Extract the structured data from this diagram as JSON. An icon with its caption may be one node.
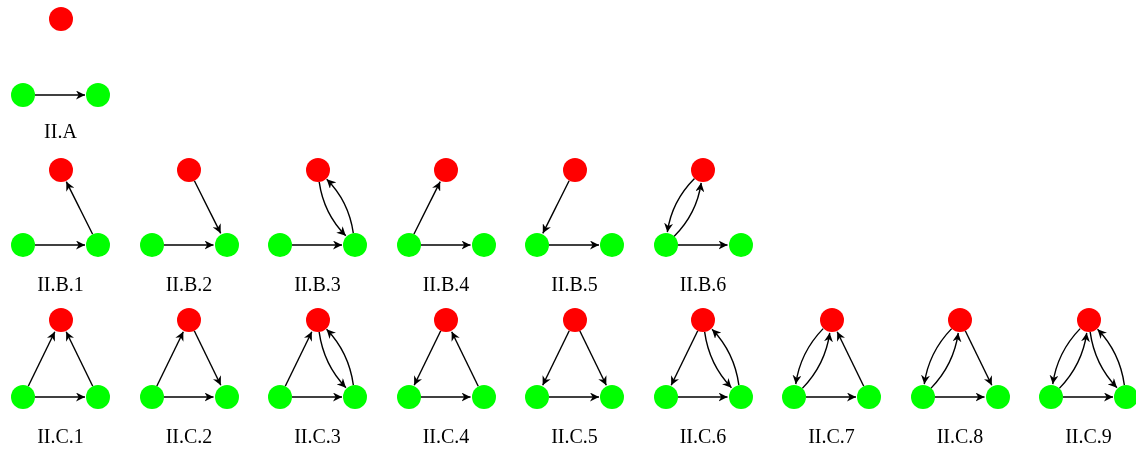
{
  "diagram": {
    "nodes": [
      {
        "text": [],
        "shape": "circle"
      },
      {
        "text": [],
        "shape": "circle"
      },
      {
        "text": [],
        "shape": "circle"
      },
      {
        "text": [],
        "shape": "circle"
      },
      {
        "text": [],
        "shape": "circle"
      },
      {
        "text": [],
        "shape": "circle"
      },
      {
        "text": [],
        "shape": "circle"
      },
      {
        "text": [],
        "shape": "circle"
      },
      {
        "text": [],
        "shape": "circle"
      },
      {
        "text": [],
        "shape": "circle"
      },
      {
        "text": [],
        "shape": "circle"
      },
      {
        "text": [],
        "shape": "circle"
      },
      {
        "text": [],
        "shape": "circle"
      },
      {
        "text": [],
        "shape": "circle"
      },
      {
        "text": [],
        "shape": "circle"
      },
      {
        "text": [],
        "shape": "circle"
      },
      {
        "text": [],
        "shape": "circle"
      },
      {
        "text": [],
        "shape": "circle"
      },
      {
        "text": [],
        "shape": "circle"
      },
      {
        "text": [],
        "shape": "circle"
      },
      {
        "text": [],
        "shape": "circle"
      },
      {
        "text": [],
        "shape": "circle"
      },
      {
        "text": [],
        "shape": "circle"
      },
      {
        "text": [],
        "shape": "circle"
      },
      {
        "text": [],
        "shape": "circle"
      },
      {
        "text": [],
        "shape": "circle"
      },
      {
        "text": [],
        "shape": "circle"
      },
      {
        "text": [],
        "shape": "circle"
      },
      {
        "text": [],
        "shape": "circle"
      },
      {
        "text": [],
        "shape": "circle"
      },
      {
        "text": [],
        "shape": "circle"
      },
      {
        "text": [],
        "shape": "circle"
      },
      {
        "text": [],
        "shape": "circle"
      },
      {
        "text": [],
        "shape": "circle"
      },
      {
        "text": [],
        "shape": "circle"
      },
      {
        "text": [],
        "shape": "circle"
      },
      {
        "text": [],
        "shape": "circle"
      },
      {
        "text": [],
        "shape": "circle"
      },
      {
        "text": [],
        "shape": "circle"
      },
      {
        "text": [],
        "shape": "circle"
      },
      {
        "text": [],
        "shape": "circle"
      },
      {
        "text": [],
        "shape": "circle"
      },
      {
        "text": [],
        "shape": "circle"
      },
      {
        "text": [],
        "shape": "circle"
      },
      {
        "text": [],
        "shape": "circle"
      },
      {
        "text": [],
        "shape": "circle"
      },
      {
        "text": [],
        "shape": "circle"
      },
      {
        "text": [],
        "shape": "circle"
      }
    ],
    "edges": [
      {
        "from": 1,
        "to": 2,
        "arrow": "to"
      },
      {
        "from": 4,
        "to": 5,
        "arrow": "to"
      },
      {
        "from": 5,
        "to": 3,
        "arrow": "to"
      },
      {
        "from": 7,
        "to": 8,
        "arrow": "to"
      },
      {
        "from": 6,
        "to": 8,
        "arrow": "to"
      },
      {
        "from": 10,
        "to": 11,
        "arrow": "to"
      },
      {
        "from": 9,
        "to": 11,
        "arrow": "to"
      },
      {
        "from": 11,
        "to": 9,
        "arrow": "to"
      },
      {
        "from": 13,
        "to": 14,
        "arrow": "to"
      },
      {
        "from": 13,
        "to": 12,
        "arrow": "to"
      },
      {
        "from": 16,
        "to": 17,
        "arrow": "to"
      },
      {
        "from": 15,
        "to": 16,
        "arrow": "to"
      },
      {
        "from": 19,
        "to": 20,
        "arrow": "to"
      },
      {
        "from": 19,
        "to": 18,
        "arrow": "to"
      },
      {
        "from": 18,
        "to": 19,
        "arrow": "to"
      },
      {
        "from": 22,
        "to": 23,
        "arrow": "to"
      },
      {
        "from": 22,
        "to": 21,
        "arrow": "to"
      },
      {
        "from": 23,
        "to": 21,
        "arrow": "to"
      },
      {
        "from": 25,
        "to": 26,
        "arrow": "to"
      },
      {
        "from": 25,
        "to": 24,
        "arrow": "to"
      },
      {
        "from": 24,
        "to": 26,
        "arrow": "to"
      },
      {
        "from": 28,
        "to": 29,
        "arrow": "to"
      },
      {
        "from": 28,
        "to": 27,
        "arrow": "to"
      },
      {
        "from": 27,
        "to": 29,
        "arrow": "to"
      },
      {
        "from": 29,
        "to": 27,
        "arrow": "to"
      },
      {
        "from": 31,
        "to": 32,
        "arrow": "to"
      },
      {
        "from": 30,
        "to": 31,
        "arrow": "to"
      },
      {
        "from": 32,
        "to": 30,
        "arrow": "to"
      },
      {
        "from": 34,
        "to": 35,
        "arrow": "to"
      },
      {
        "from": 33,
        "to": 34,
        "arrow": "to"
      },
      {
        "from": 33,
        "to": 35,
        "arrow": "to"
      },
      {
        "from": 37,
        "to": 38,
        "arrow": "to"
      },
      {
        "from": 36,
        "to": 37,
        "arrow": "to"
      },
      {
        "from": 36,
        "to": 38,
        "arrow": "to"
      },
      {
        "from": 38,
        "to": 36,
        "arrow": "to"
      },
      {
        "from": 40,
        "to": 41,
        "arrow": "to"
      },
      {
        "from": 40,
        "to": 39,
        "arrow": "to"
      },
      {
        "from": 39,
        "to": 40,
        "arrow": "to"
      },
      {
        "from": 41,
        "to": 39,
        "arrow": "to"
      },
      {
        "from": 43,
        "to": 44,
        "arrow": "to"
      },
      {
        "from": 43,
        "to": 42,
        "arrow": "to"
      },
      {
        "from": 42,
        "to": 43,
        "arrow": "to"
      },
      {
        "from": 42,
        "to": 44,
        "arrow": "to"
      },
      {
        "from": 46,
        "to": 47,
        "arrow": "to"
      },
      {
        "from": 46,
        "to": 45,
        "arrow": "to"
      },
      {
        "from": 45,
        "to": 46,
        "arrow": "to"
      },
      {
        "from": 45,
        "to": 47,
        "arrow": "to"
      },
      {
        "from": 47,
        "to": 45,
        "arrow": "to"
      }
    ],
    "labels": [
      "II.A",
      "II.B.1",
      "II.B.2",
      "II.B.3",
      "II.B.4",
      "II.B.5",
      "II.B.6",
      "II.C.1",
      "II.C.2",
      "II.C.3",
      "II.C.4",
      "II.C.5",
      "II.C.6",
      "II.C.7",
      "II.C.8",
      "II.C.9"
    ]
  }
}
